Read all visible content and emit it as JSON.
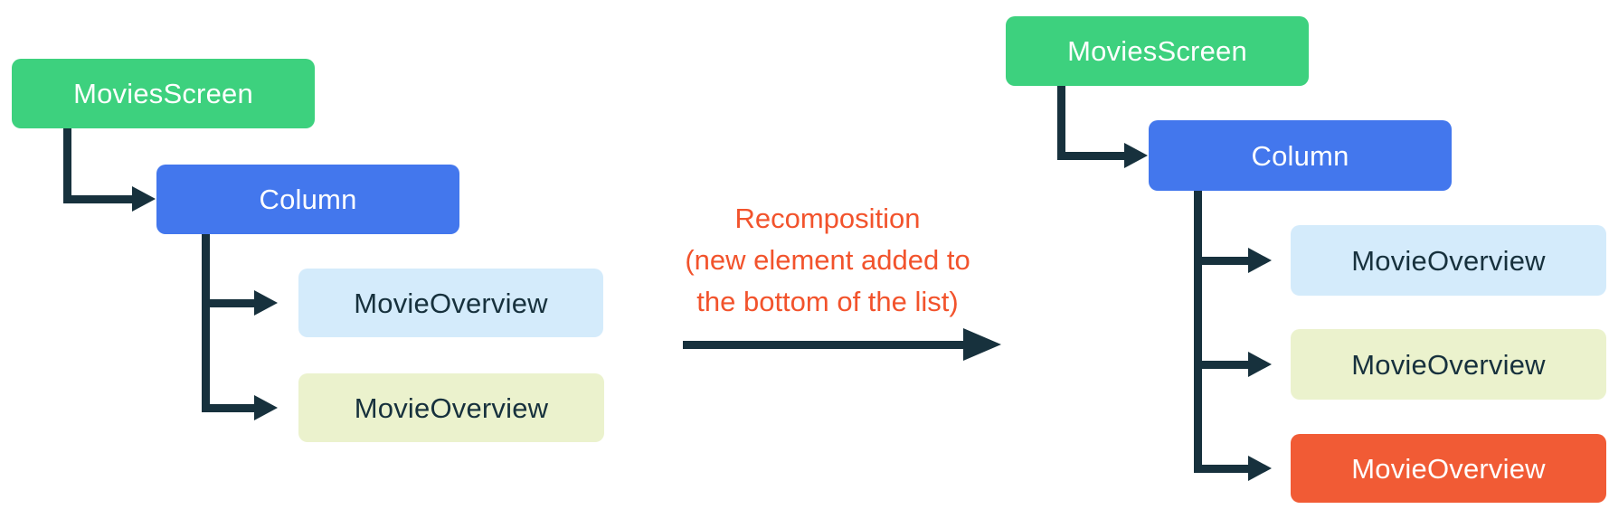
{
  "colors": {
    "background": "#ffffff",
    "connector": "#17313D",
    "node_green": "#3DD17E",
    "node_blue": "#4377ED",
    "node_light_blue": "#D4EBFB",
    "node_light_yellow": "#EBF2CD",
    "node_orange": "#F15B35",
    "text_on_dark_nodes": "#FFFFFF",
    "text_on_light_nodes": "#17313D",
    "caption_text": "#F2532C"
  },
  "left_tree": {
    "nodes": [
      {
        "id": "movies-screen",
        "label": "MoviesScreen",
        "variant": "green"
      },
      {
        "id": "column",
        "label": "Column",
        "variant": "blue"
      },
      {
        "id": "movie-overview-1",
        "label": "MovieOverview",
        "variant": "light-blue"
      },
      {
        "id": "movie-overview-2",
        "label": "MovieOverview",
        "variant": "light-yellow"
      }
    ]
  },
  "caption": {
    "text": "Recomposition\n(new element added to\nthe bottom of the list)"
  },
  "right_tree": {
    "nodes": [
      {
        "id": "movies-screen",
        "label": "MoviesScreen",
        "variant": "green"
      },
      {
        "id": "column",
        "label": "Column",
        "variant": "blue"
      },
      {
        "id": "movie-overview-1",
        "label": "MovieOverview",
        "variant": "light-blue"
      },
      {
        "id": "movie-overview-2",
        "label": "MovieOverview",
        "variant": "light-yellow"
      },
      {
        "id": "movie-overview-3-new",
        "label": "MovieOverview",
        "variant": "orange"
      }
    ]
  }
}
